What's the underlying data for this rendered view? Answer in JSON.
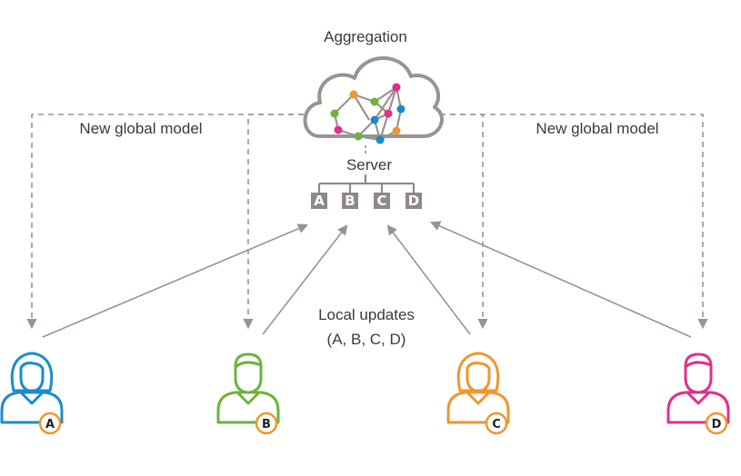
{
  "title": "Aggregation",
  "server_label": "Server",
  "left_model_label": "New global model",
  "right_model_label": "New global model",
  "local_updates_line1": "Local updates",
  "local_updates_line2": "(A, B, C, D)",
  "server_boxes": [
    "A",
    "B",
    "C",
    "D"
  ],
  "clients": [
    {
      "letter": "A",
      "color": "#1a8ccc",
      "icon": "female-user-icon"
    },
    {
      "letter": "B",
      "color": "#6cb33f",
      "icon": "male-user-icon"
    },
    {
      "letter": "C",
      "color": "#f0962e",
      "icon": "female-user-icon"
    },
    {
      "letter": "D",
      "color": "#e0308a",
      "icon": "male-user-icon"
    }
  ],
  "colors": {
    "line": "#9a9390",
    "box": "#8f8886",
    "cloud": "#9a9390",
    "badge_ring": "#f0962e",
    "node_green": "#6cb33f",
    "node_orange": "#f0962e",
    "node_pink": "#e0308a",
    "node_blue": "#1a8ccc"
  }
}
